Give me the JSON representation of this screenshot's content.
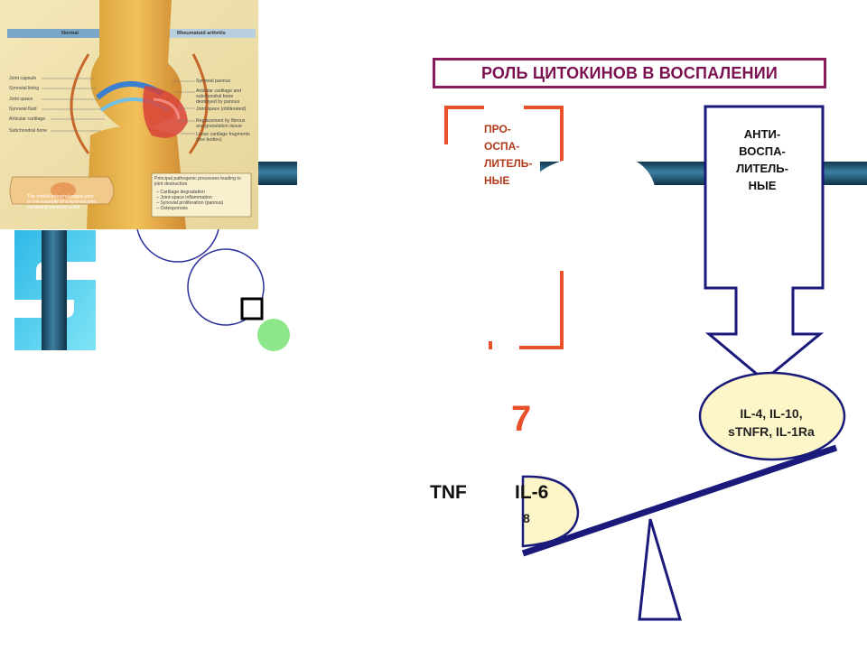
{
  "title": "РОЛЬ ЦИТОКИНОВ В ВОСПАЛЕНИИ",
  "pro_label": [
    "ПРО-",
    "ОСПА-",
    "ЛИТЕЛЬ-",
    "НЫЕ"
  ],
  "anti_label": [
    "АНТИ-",
    "ВОСПА-",
    "ЛИТЕЛЬ-",
    "НЫЕ"
  ],
  "anti_cytokines": [
    "IL-4, IL-10,",
    "sTNFR, IL-1Ra"
  ],
  "pro_cytokines": {
    "tnf": "TNF",
    "il6": "IL-6",
    "partial": "8"
  },
  "fragment_seven": "7",
  "anatomy": {
    "header_left": "Normal",
    "header_right": "Rheumatoid arthritis",
    "left_labels": [
      "Joint capsule",
      "Synovial lining",
      "Joint space",
      "Synovial fluid",
      "Articular cartilage",
      "Subchondral bone"
    ],
    "right_labels": [
      "Synovial pannus",
      "Articular cartilage and",
      "subchondral bone",
      "destroyed by pannus",
      "Joint space (obliterated)",
      "Replacement by fibrous",
      "and granulation tissue",
      "Loose cartilage fragments",
      "(rice bodies)"
    ],
    "process_title": "Principal pathogenic processes leading to joint destruction",
    "process_items": [
      "– Cartilage degradation",
      "– Joint-space inflammation",
      "– Synovial proliferation (pannus)",
      "– Osteoporosis"
    ],
    "finger_caption": [
      "The middle interphalangeal joint",
      "is one example of a synovial joint",
      "commonly involved in RA."
    ]
  },
  "colors": {
    "title_border": "#8b1a5c",
    "pro_bracket": "#e8502a",
    "anti_box": "#1a1a7a",
    "oval_fill": "#fdf6c9",
    "seesaw": "#1a1a7a",
    "tube": "#1f5a78",
    "accent_green": "#8ee68a"
  }
}
